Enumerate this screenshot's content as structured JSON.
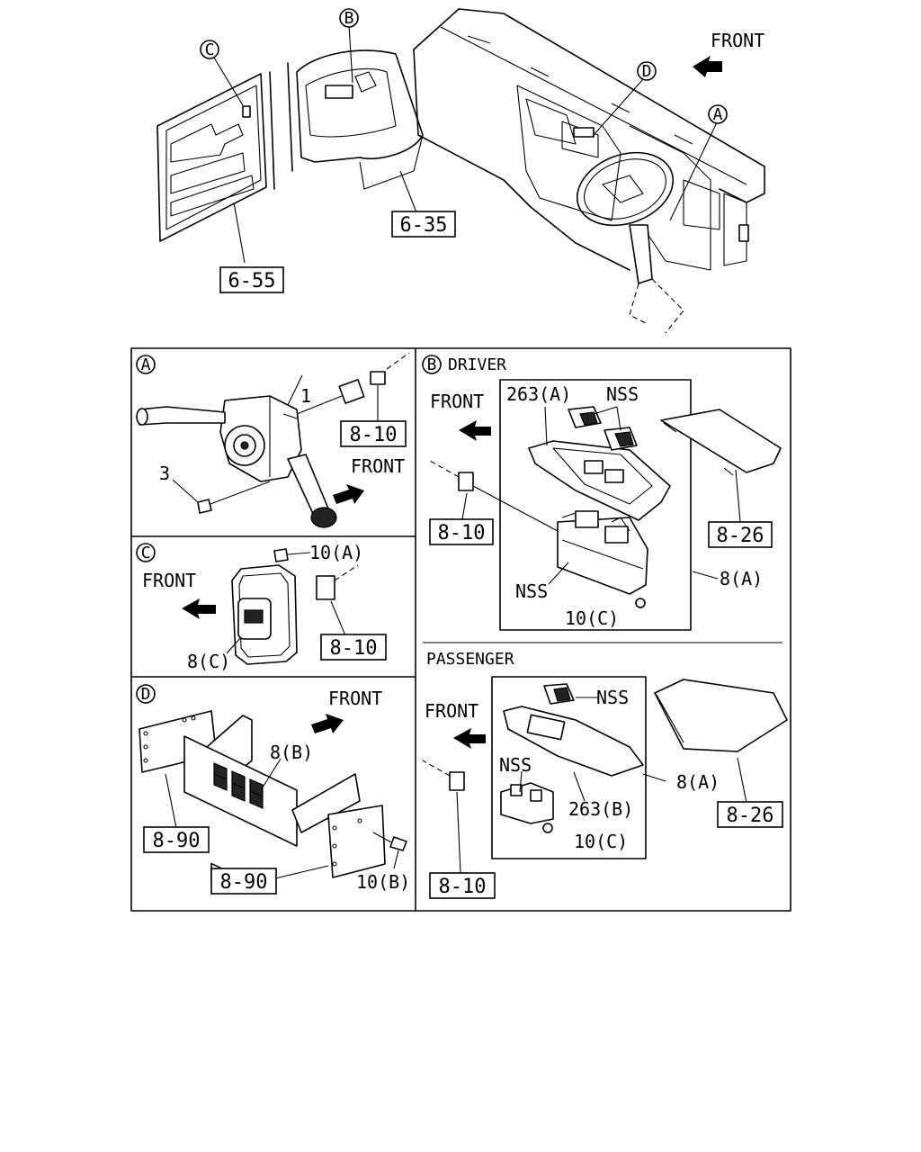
{
  "callouts": {
    "a": "A",
    "b": "B",
    "c": "C",
    "d": "D"
  },
  "front_label": "FRONT",
  "overview": {
    "ref_6_55": "6-55",
    "ref_6_35": "6-35"
  },
  "panel_a": {
    "part_1": "1",
    "part_3": "3",
    "ref_8_10": "8-10",
    "front": "FRONT"
  },
  "panel_b": {
    "driver_title": "DRIVER",
    "passenger_title": "PASSENGER",
    "front_driver": "FRONT",
    "front_passenger": "FRONT",
    "driver": {
      "part_263a": "263(A)",
      "nss_top": "NSS",
      "nss_bottom": "NSS",
      "ref_8_10": "8-10",
      "ref_8_26": "8-26",
      "part_8a": "8(A)",
      "part_10c": "10(C)"
    },
    "passenger": {
      "nss_top": "NSS",
      "nss_left": "NSS",
      "part_263b": "263(B)",
      "part_8a": "8(A)",
      "part_10c": "10(C)",
      "ref_8_26": "8-26",
      "ref_8_10": "8-10"
    }
  },
  "panel_c": {
    "part_10a": "10(A)",
    "front": "FRONT",
    "ref_8_10": "8-10",
    "part_8c": "8(C)"
  },
  "panel_d": {
    "front": "FRONT",
    "part_8b": "8(B)",
    "ref_8_90_a": "8-90",
    "ref_8_90_b": "8-90",
    "part_10b": "10(B)"
  },
  "icons": [
    "front-arrow-icon",
    "callout-circle-icon"
  ]
}
